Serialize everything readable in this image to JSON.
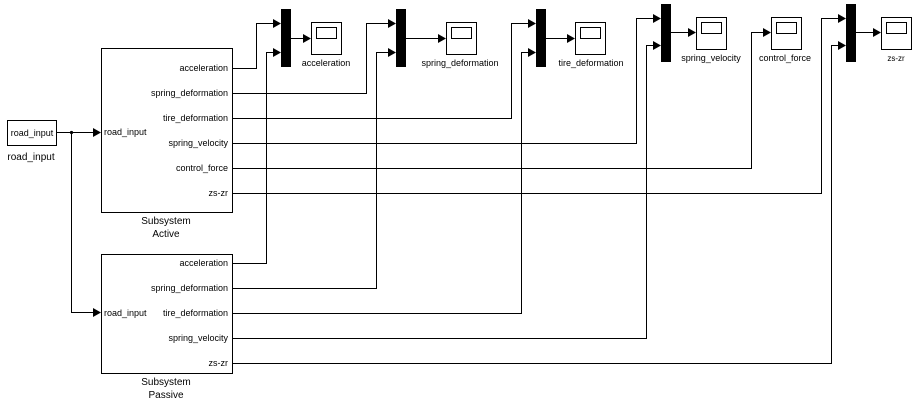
{
  "diagram": {
    "source": {
      "block_text": "road_input",
      "name_label": "road_input"
    },
    "subsystems": [
      {
        "id": "active",
        "title_line1": "Subsystem",
        "title_line2": "Active",
        "input_port": "road_input",
        "output_ports": [
          "acceleration",
          "spring_deformation",
          "tire_deformation",
          "spring_velocity",
          "control_force",
          "zs-zr"
        ]
      },
      {
        "id": "passive",
        "title_line1": "Subsystem",
        "title_line2": "Passive",
        "input_port": "road_input",
        "output_ports": [
          "acceleration",
          "spring_deformation",
          "tire_deformation",
          "spring_velocity",
          "zs-zr"
        ]
      }
    ],
    "scopes": [
      {
        "label": "acceleration",
        "inputs": [
          "Active.acceleration",
          "Passive.acceleration"
        ],
        "via_mux": true
      },
      {
        "label": "spring_deformation",
        "inputs": [
          "Active.spring_deformation",
          "Passive.spring_deformation"
        ],
        "via_mux": true
      },
      {
        "label": "tire_deformation",
        "inputs": [
          "Active.tire_deformation",
          "Passive.tire_deformation"
        ],
        "via_mux": true
      },
      {
        "label": "spring_velocity",
        "inputs": [
          "Active.spring_velocity",
          "Passive.spring_velocity"
        ],
        "via_mux": true
      },
      {
        "label": "control_force",
        "inputs": [
          "Active.control_force"
        ],
        "via_mux": false
      },
      {
        "label": "zs-zr",
        "inputs": [
          "Active.zs-zr",
          "Passive.zs-zr"
        ],
        "via_mux": true
      }
    ]
  }
}
